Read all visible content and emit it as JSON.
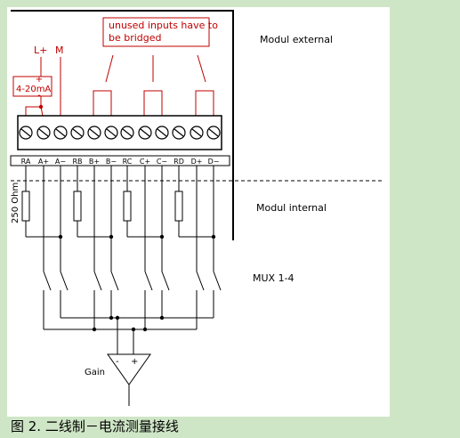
{
  "diagram": {
    "note_text": [
      "unused inputs have to",
      "be bridged"
    ],
    "labels": {
      "modul_external": "Modul external",
      "modul_internal": "Modul internal",
      "mux": "MUX 1-4",
      "gain": "Gain",
      "resistor": "250 Ohm",
      "source": "4-20mA",
      "plus_sign": "+",
      "minus_sign": "-",
      "l_plus": "L+",
      "m": "M",
      "opamp_minus": "-",
      "opamp_plus": "+"
    },
    "terminals": [
      "RA",
      "A+",
      "A−",
      "RB",
      "B+",
      "B−",
      "RC",
      "C+",
      "C−",
      "RD",
      "D+",
      "D−"
    ],
    "caption": "图 2. 二线制－电流测量接线",
    "colors": {
      "background": "#cfe6c6",
      "panel": "#ffffff",
      "line": "#000000",
      "accent": "#c00000"
    }
  }
}
